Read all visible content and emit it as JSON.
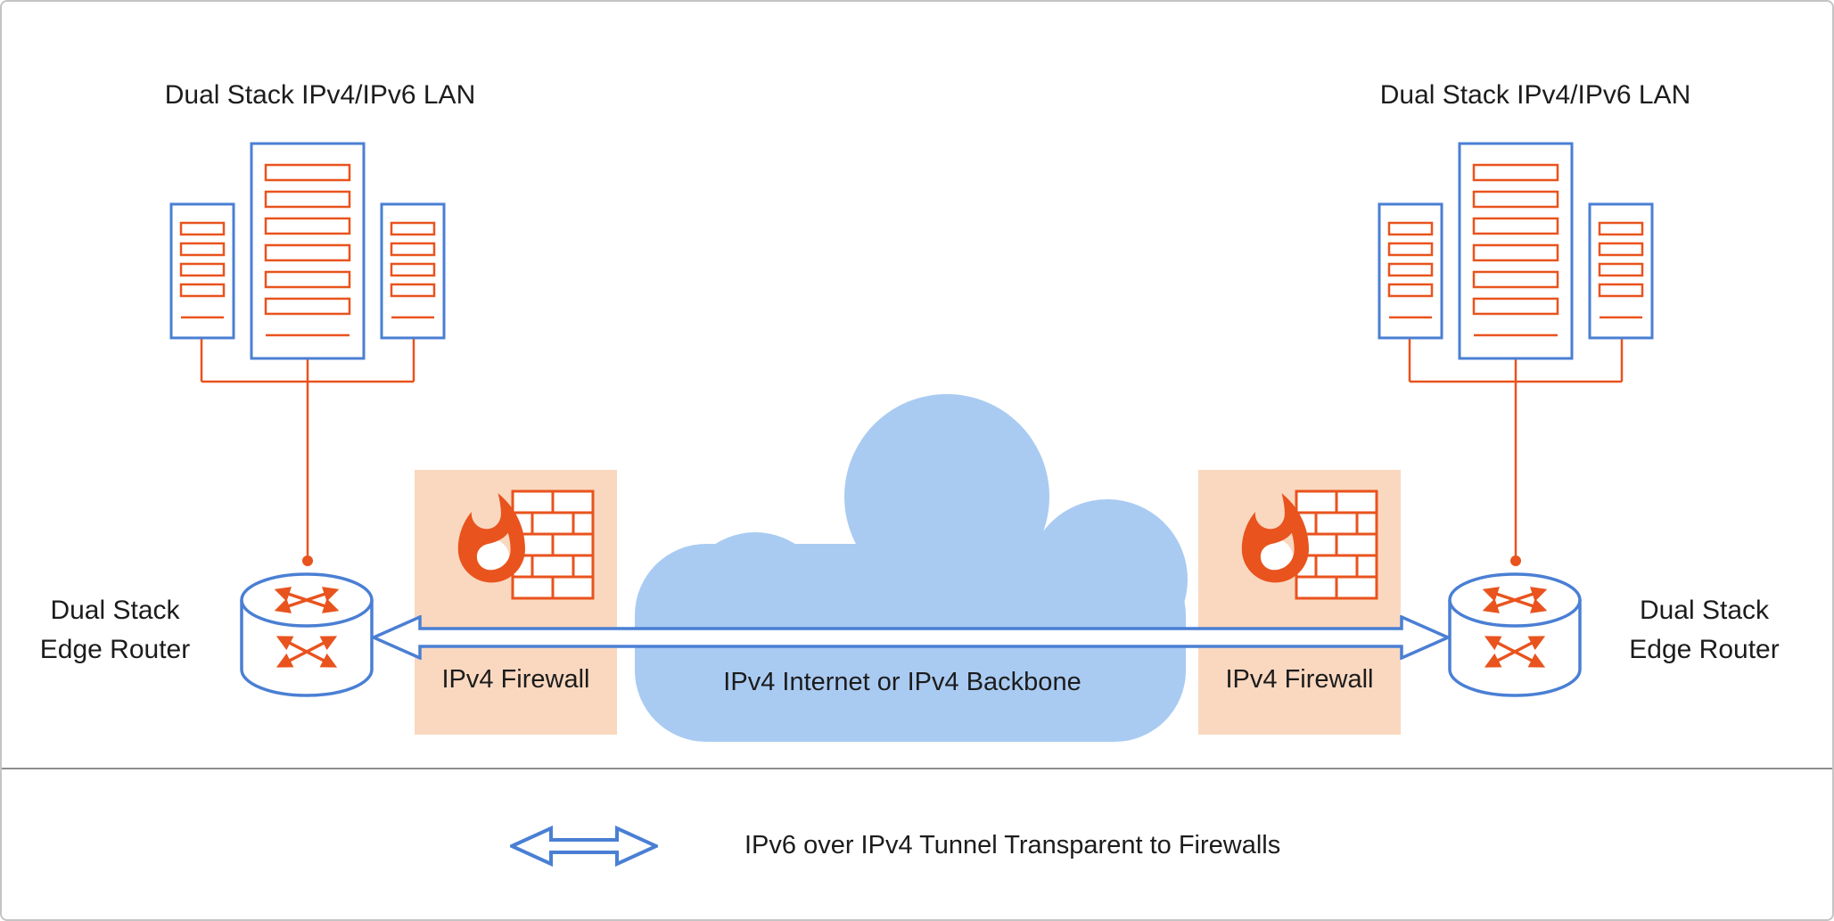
{
  "colors": {
    "orange": "#E9531E",
    "blue": "#4A7FD4",
    "cloud": "#A9CBF2",
    "peach": "#FAD8BF",
    "text": "#1C1C1C",
    "divider": "#8E8E8E",
    "border": "#C4C4C4"
  },
  "labels": {
    "lan_left": "Dual Stack IPv4/IPv6 LAN",
    "lan_right": "Dual Stack IPv4/IPv6 LAN",
    "router_left": [
      "Dual Stack",
      "Edge Router"
    ],
    "router_right": [
      "Dual Stack",
      "Edge Router"
    ],
    "firewall_left": "IPv4 Firewall",
    "firewall_right": "IPv4 Firewall",
    "cloud": "IPv4 Internet or IPv4 Backbone",
    "legend": "IPv6 over IPv4 Tunnel Transparent to Firewalls"
  }
}
